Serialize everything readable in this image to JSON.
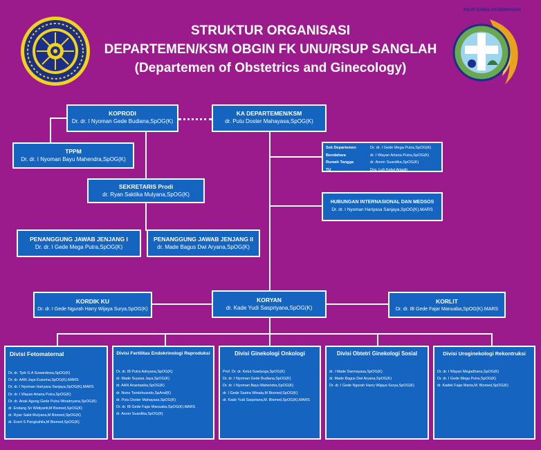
{
  "header": {
    "line1": "STRUKTUR ORGANISASI",
    "line2": "DEPARTEMEN/KSM OBGIN FK UNU/RSUP SANGLAH",
    "line3": "(Departemen of Obstetrics and Ginecology)",
    "logo_right_text": "RSUP SANGLAH DENPASAR"
  },
  "koprodi": {
    "title": "KOPRODI",
    "name": "Dr. dr. I Nyoman Gede Budiana,SpOG(K)"
  },
  "ka_departemen": {
    "title": "KA DEPARTEMEN/KSM",
    "name": "dr. Putu Doster Mahayasa,SpOG(K)"
  },
  "tppm": {
    "title": "TPPM",
    "name": "Dr. dr. I Nyoman Bayu Mahendra,SpOG(K)"
  },
  "sekretaris": {
    "title": "SEKRETARIS Prodi",
    "name": "dr. Ryan Saktika Mulyana,SpOG(K)"
  },
  "pj1": {
    "title": "PENANGGUNG JAWAB JENJANG I",
    "name": "Dr. dr. I Gede Mega Putra,SpOG(K)"
  },
  "pj2": {
    "title": "PENANGGUNG JAWAB JENJANG II",
    "name": "dr. Made Bagus Dwi Aryana,SpOG(K)"
  },
  "staff": [
    {
      "role": "Sek Departemen",
      "name": "Dr. dr. I Gede Mega Putra,SpOG(K)"
    },
    {
      "role": "Bendahara",
      "name": "dr. I Wayan Artana Putra,SpOG(K)"
    },
    {
      "role": "Rumah Tangga",
      "name": "dr. Anom Suardika,SpOG(K)"
    },
    {
      "role": "TU",
      "name": "Dra. Luh Ketut Ariasih"
    }
  ],
  "hubungan": {
    "title": "HUBUNGAN INTERNASIONAL DAN MEDSOS",
    "name": "Dr. dr. I Nyoman Hariyasa Sanjaya,SpOG(K).MARS"
  },
  "kordik": {
    "title": "KORDIK KU",
    "name": "Dr. dr. I Gede Ngurah Harry Wijaya Surya,SpOG(K)"
  },
  "koryan": {
    "title": "KORYAN",
    "name": "dr. Kade Yudi Saspriyana,SpOG(K)"
  },
  "korlit": {
    "title": "KORLIT",
    "name": "Dr. dr. IB Gede Fajar Manuaba,SpOG(K).MARS"
  },
  "divisions": [
    {
      "title": "Divisi Fetomaternal",
      "members": [
        "Dr. dr. Tjok G A Suwardewa,SpOG(K)",
        "Dr. dr. AAN Jaya Kusuma,SpOG(K).MARS",
        "Dr. dr. I Nyoman Hariyasa Sanjaya,SpOG(K).MARS",
        "Dr. dr. I Wayan Artana Putra,SpOG(K)",
        "Dr. dr. Anak Agung Gede Putra Wiradnyana,SpOG(K)",
        "dr. Endang Sri Widiyanti,M Biomed,SpOG(K)",
        "dr. Ryan Sakti Mulyana,M Biomed,SpOG(K)",
        "dr. Evert S Pangkahila,M Biomed,SpOG(K)"
      ]
    },
    {
      "title": "Divisi Fertilitas Endokrinologi Reproduksi",
      "members": [
        "Dr. dr. IB Putra Adnyana,SpOG(K)",
        "dr. Made Suyasa Jaya,SpOG(K)",
        "dr. AAN Anantasika,SpOG(K)",
        "dr. Nono Tondohusodo,SpAnd(K)",
        "dr. Putu Doster Mahayasa,SpOG(K)",
        "Dr. dr. IB Gede Fajar Manuaba,SpOG(K).MARS",
        "dr. Anom Suardika,SpOG(K)"
      ]
    },
    {
      "title": "Divisi Ginekologi Onkologi",
      "members": [
        "Prof. Dr. dr. Ketut Suwiyoga,SpOG(K)",
        "Dr. dr. I Nyoman Gede Budiana,SpOG(K)",
        "Dr. dr. I Nyoman Bayu Mahendra,SpOG(K)",
        "dr. I Gede Sastra Winata,M Biomed,SpOG(K)",
        "dr. Kade Yudi Saspriana,M. Biomed,SpOG(K).MARS"
      ]
    },
    {
      "title": "Divisi Obtetri Ginekologi Sosial",
      "members": [
        "dr. I Made Darmayasa,SpOG(K)",
        "dr. Made Bagus Dwi Aryana,SpOG(K)",
        "Dr. dr. I Gede Ngurah Harry Wijaya Surya,SpOG(K)"
      ]
    },
    {
      "title": "Divisi Uroginekologi Rekontruksi",
      "members": [
        "Dr. dr. I Wayan Megadhana,SpOG(K)",
        "Dr. dr. I Gede Mega Putra,SpOG(K)",
        "dr. Kadek Fajar Marta,M. Biomed,SpOG(K)"
      ]
    }
  ]
}
